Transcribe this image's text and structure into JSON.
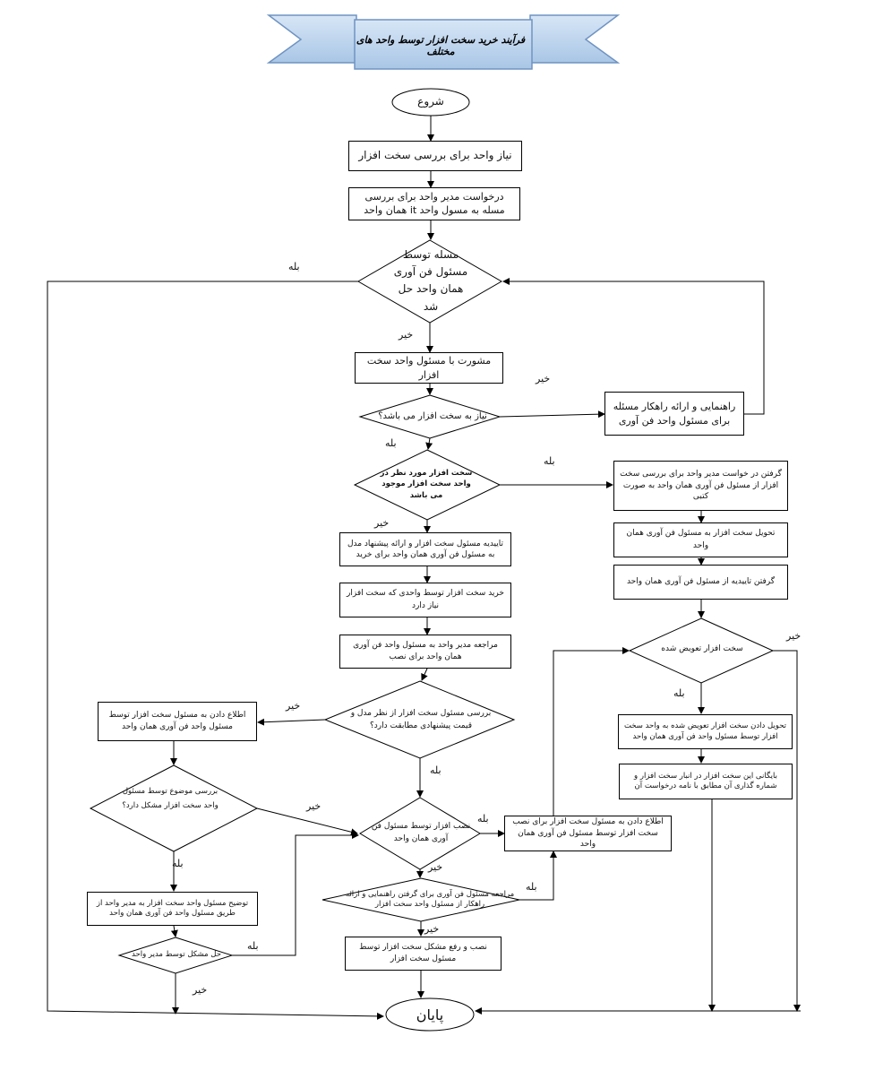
{
  "title": "فرآیند خرید سخت افزار توسط واحد های مختلف",
  "start": "شروع",
  "end": "پایان",
  "steps": {
    "need_review": "نیاز واحد برای بررسی سخت افزار",
    "manager_request": "درخواست مدیر واحد برای بررسی مسله به مسول واحد it همان واحد",
    "consult_hw": "مشورت با مسئول واحد سخت افزار",
    "guide_solution": "راهنمایی و ارائه راهکار مسئله برای مسئول واحد فن آوری",
    "get_request_letter": "گرفتن در خواست مدیر واحد برای بررسی سخت افزار از مسئول فن آوری همان واحد به صورت کتبی",
    "deliver_hw": "تحویل سخت افزار به مسئول فن آوری همان واحد",
    "get_approval": "گرفتن تاییدیه از مسئول فن آوری همان واحد",
    "approve_propose": "تاییدیه مسئول سخت افزار و ارائه پیشنهاد مدل به مسئول فن آوری همان واحد برای خرید",
    "buy_hw": "خرید سخت افزار توسط واحدی که سخت افزار نیاز دارد",
    "refer_install": "مراجعه مدیر واحد به مسئول واحد فن آوری همان واحد برای نصب",
    "inform_hw": "اطلاع دادن به مسئول سخت افزار توسط مسئول واحد فن آوری همان واحد",
    "deliver_replaced": "تحویل دادن سخت افزار تعویض شده به واحد سخت افزار توسط مسئول واحد فن آوری همان واحد",
    "archive_old": "بایگانی این سخت افزار در انبار سخت افزار و شماره گذاری آن مطابق با نامه درخواست آن",
    "explain_manager": "توضیح مسئول واحد سخت افزار به مدیر واحد از طریق مسئول واحد فن آوری همان واحد",
    "inform_install": "اطلاع دادن به مسئول سخت افزار برای نصب سخت افزار توسط مسئول فن آوری همان واحد",
    "install_fix": "نصب و رفع مشکل سخت افزار توسط مسئول سخت افزار"
  },
  "decisions": {
    "solved_by_it": "مسله توسط مسئول فن آوری همان واحد حل شد",
    "need_hw": "نیاز به سخت افزار می باشد؟",
    "hw_exists": "سخت افزار مورد نظر در واحد سخت افزار موجود می باشد",
    "match_model": "بررسی مسئول سخت افزار از نظر مدل و قیمت پیشنهادی مطابقت دارد؟",
    "hw_replaced": "سخت افزار تعویض شده",
    "review_problem": "بررسی موضوع توسط مسئول واحد سخت افزار مشکل دارد؟",
    "solved_by_manager": "حل مشکل توسط مدیر واحد",
    "install_by_it": "نصب افزار توسط مسئول فن آوری همان واحد",
    "refer_guidance": "مراجعه مسئول فن آوری برای گرفتن راهنمایی و ارائه راهکار از مسئول واحد سخت افزار"
  },
  "edge_labels": {
    "yes": "بله",
    "no": "خیر"
  }
}
